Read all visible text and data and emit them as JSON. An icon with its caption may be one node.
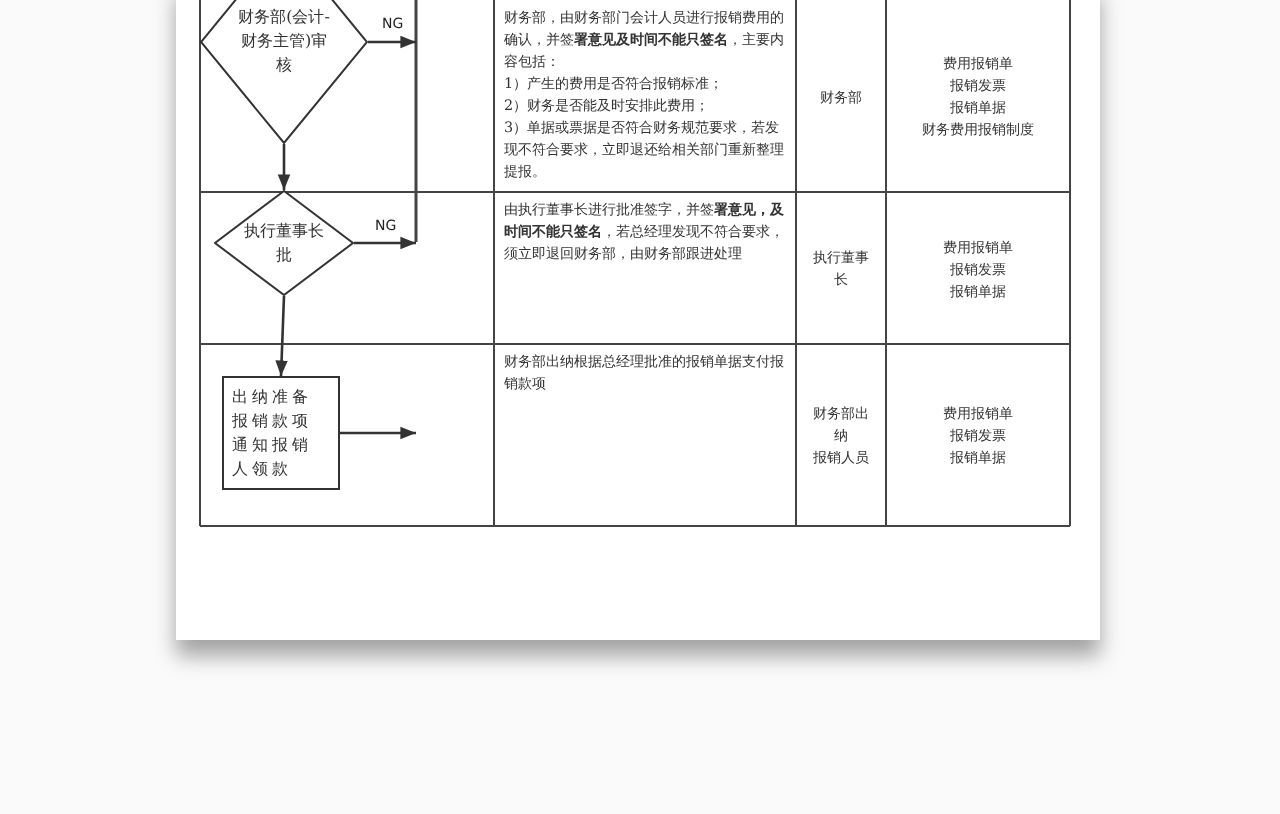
{
  "diagram": {
    "nodes": [
      {
        "text": [
          "财务部(会计-财务主管)审核"
        ]
      },
      {
        "text": [
          "执行董事长批"
        ]
      },
      {
        "text": [
          "出纳准备报销款项",
          "通知报销人领款"
        ]
      }
    ],
    "edges": [
      {
        "from": 0,
        "to": 1,
        "arrow": "to"
      },
      {
        "from": 1,
        "to": 2,
        "arrow": "to"
      },
      {
        "from": 0,
        "to": null,
        "arrow": "to",
        "label": "NG"
      },
      {
        "from": 1,
        "to": null,
        "arrow": "to",
        "label": "NG"
      },
      {
        "from": 2,
        "to": null,
        "arrow": "to"
      }
    ],
    "labels": [
      "财务部，由财务部门会计人员进行报销费用的确认，并签**署意见及时间不能只签名**，主要内容包括：",
      "1）产生的费用是否符合报销标准；",
      "2）财务是否能及时安排此费用；",
      "3）单据或票据是否符合财务规范要求，若发现不符合要求，立即退还给相关部门重新整理提报。",
      "财务部",
      "费用报销单",
      "报销发票",
      "报销单据",
      "财务费用报销制度",
      "由执行董事长进行批准签字，并签**署意见，及时间不能只签名**，若总经理发现不符合要求，须立即退回财务部，由财务部跟进处理",
      "执行董事长",
      "费用报销单",
      "报销发票",
      "报销单据",
      "财务部出纳根据总经理批准的报销单据支付报销款项",
      "财务部出纳",
      "报销人员",
      "费用报销单",
      "报销发票",
      "报销单据"
    ]
  }
}
